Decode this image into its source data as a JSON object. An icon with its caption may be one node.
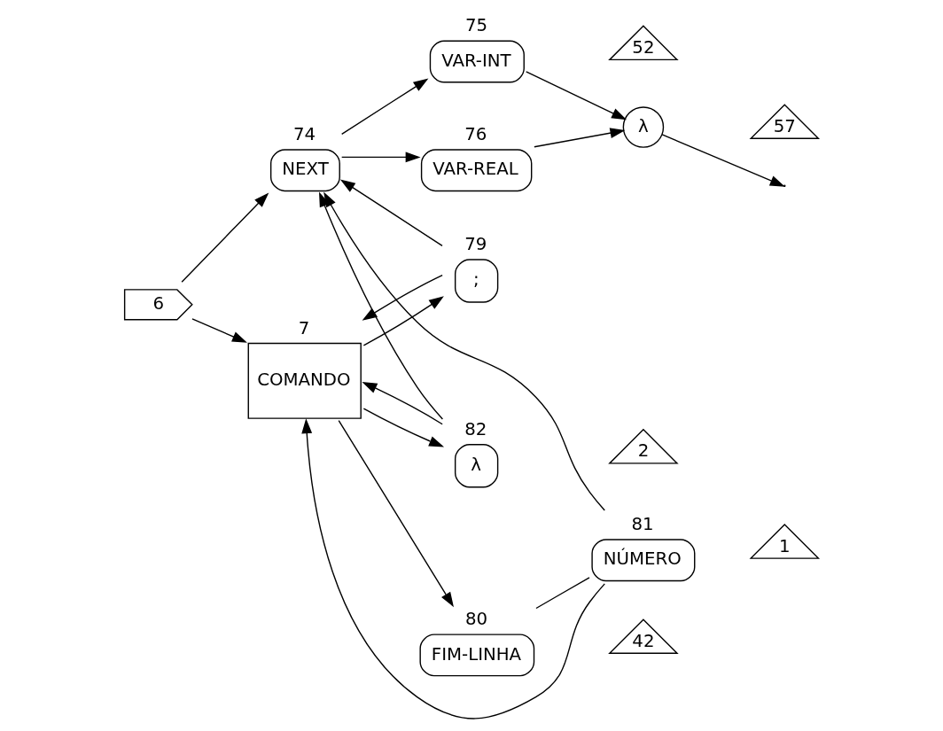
{
  "diagram": {
    "nodes": [
      {
        "text": [
          "6"
        ]
      },
      {
        "text": [
          "NEXT"
        ],
        "beside": [
          "74"
        ]
      },
      {
        "text": [
          "VAR-INT"
        ],
        "beside": [
          "75"
        ]
      },
      {
        "text": [
          "52"
        ]
      },
      {
        "text": [
          "λ"
        ]
      },
      {
        "text": [
          "57"
        ]
      },
      {
        "text": [
          "VAR-REAL"
        ],
        "beside": [
          "76"
        ]
      },
      {
        "text": [
          "COMANDO"
        ],
        "beside": [
          "7"
        ]
      },
      {
        "text": [
          ";"
        ],
        "beside": [
          "79"
        ]
      },
      {
        "text": [
          "FIM-LINHA"
        ],
        "beside": [
          "80"
        ]
      },
      {
        "text": [
          "42"
        ]
      },
      {
        "text": [
          "NÚMERO"
        ],
        "beside": [
          "81"
        ]
      },
      {
        "text": [
          "1"
        ]
      },
      {
        "text": [
          "λ"
        ],
        "beside": [
          "82"
        ]
      },
      {
        "text": [
          "2"
        ]
      }
    ],
    "edges": [
      {
        "from": 0,
        "to": 1,
        "arrow": "to"
      },
      {
        "from": 0,
        "to": 7,
        "arrow": "to"
      },
      {
        "from": 1,
        "to": 2,
        "arrow": "to"
      },
      {
        "from": 1,
        "to": 6,
        "arrow": "to"
      },
      {
        "from": 2,
        "to": 4,
        "arrow": "to"
      },
      {
        "from": 6,
        "to": 4,
        "arrow": "to"
      },
      {
        "from": 4,
        "to": null,
        "arrow": "to"
      },
      {
        "from": 7,
        "to": 8,
        "arrow": "to"
      },
      {
        "from": 7,
        "to": 9,
        "arrow": "to"
      },
      {
        "from": 7,
        "to": 13,
        "arrow": "to"
      },
      {
        "from": 9,
        "to": 11,
        "arrow": "none"
      },
      {
        "from": 8,
        "to": 1,
        "arrow": "to"
      },
      {
        "from": 8,
        "to": 7,
        "arrow": "to"
      },
      {
        "from": 11,
        "to": 1,
        "arrow": "to"
      },
      {
        "from": 11,
        "to": 7,
        "arrow": "to"
      },
      {
        "from": 13,
        "to": 1,
        "arrow": "to"
      },
      {
        "from": 13,
        "to": 7,
        "arrow": "to"
      }
    ]
  }
}
